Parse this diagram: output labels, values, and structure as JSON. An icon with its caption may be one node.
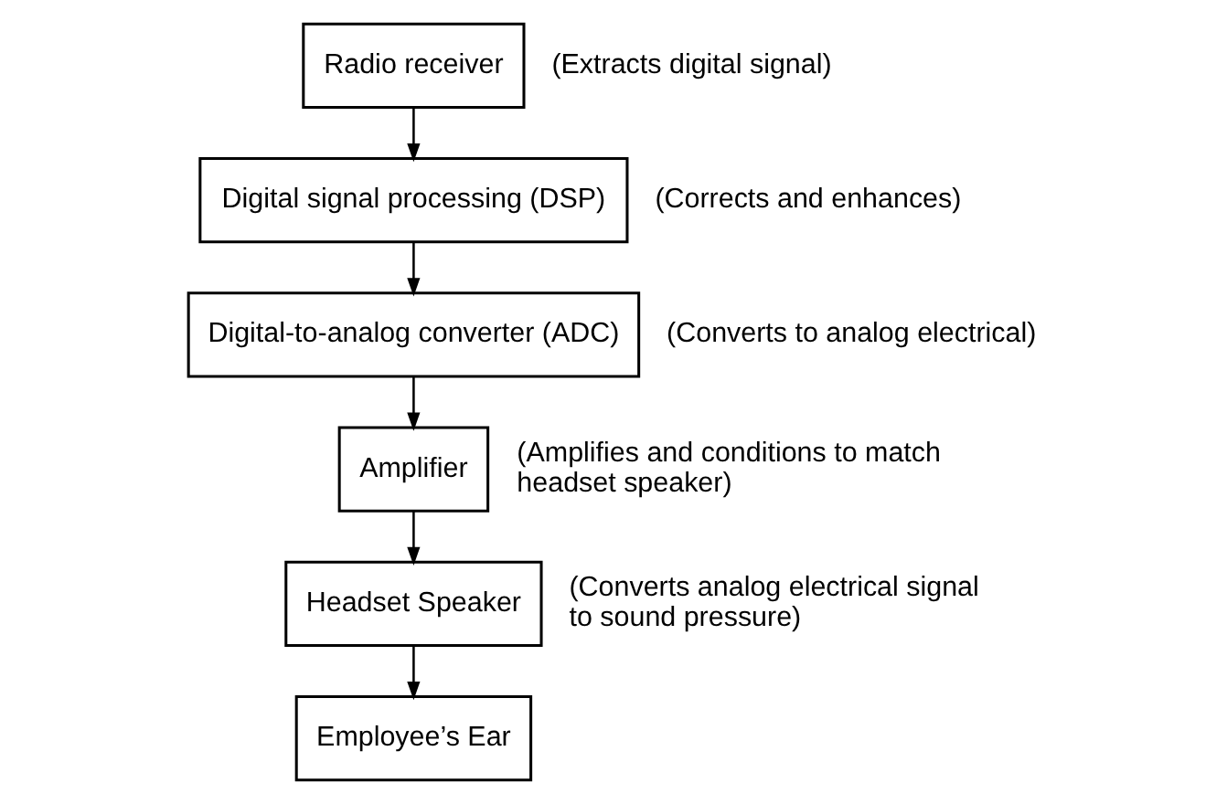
{
  "diagram": {
    "nodes": [
      {
        "text": [
          "Radio receiver"
        ],
        "beside": [
          "(Extracts digital signal)"
        ]
      },
      {
        "text": [
          "Digital signal processing (DSP)"
        ],
        "beside": [
          "(Corrects and enhances)"
        ]
      },
      {
        "text": [
          "Digital-to-analog converter (ADC)"
        ],
        "beside": [
          "(Converts to analog electrical)"
        ]
      },
      {
        "text": [
          "Amplifier"
        ],
        "beside": [
          "(Amplifies and conditions to match headset speaker)"
        ]
      },
      {
        "text": [
          "Headset Speaker"
        ],
        "beside": [
          "(Converts analog electrical signal to sound pressure)"
        ]
      },
      {
        "text": [
          "Employee’s Ear"
        ]
      }
    ],
    "edges": [
      {
        "from": 0,
        "to": 1,
        "arrow": "to"
      },
      {
        "from": 1,
        "to": 2,
        "arrow": "to"
      },
      {
        "from": 2,
        "to": 3,
        "arrow": "to"
      },
      {
        "from": 3,
        "to": 4,
        "arrow": "to"
      },
      {
        "from": 4,
        "to": 5,
        "arrow": "to"
      }
    ]
  }
}
